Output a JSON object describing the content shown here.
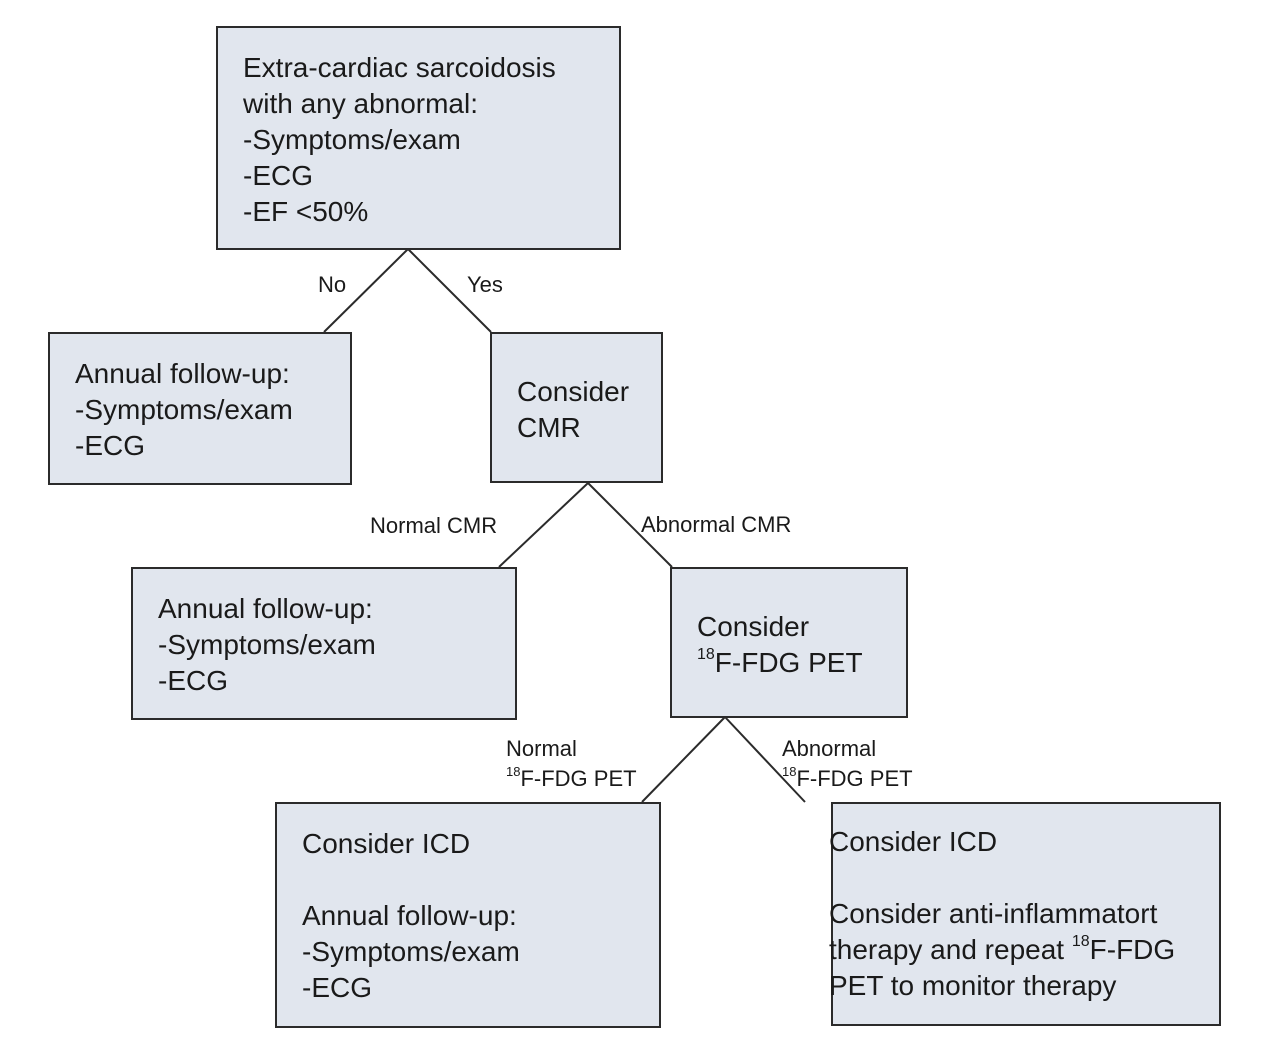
{
  "diagram": {
    "boxes": {
      "root": [
        "Extra-cardiac sarcoidosis",
        "with any abnormal:",
        "-Symptoms/exam",
        "-ECG",
        "-EF <50%"
      ],
      "annual_1": [
        "Annual follow-up:",
        "-Symptoms/exam",
        "-ECG"
      ],
      "consider_cmr": [
        "Consider",
        "CMR"
      ],
      "annual_2": [
        "Annual follow-up:",
        "-Symptoms/exam",
        "-ECG"
      ],
      "consider_pet": {
        "line1": "Consider",
        "isotope": "18",
        "tracer": "F-FDG PET"
      },
      "icd_normal": {
        "title": "Consider ICD",
        "lines": [
          "Annual follow-up:",
          "-Symptoms/exam",
          "-ECG"
        ]
      },
      "icd_abnormal": {
        "title": "Consider ICD",
        "line1": "Consider anti-inflammatort",
        "line2_pre": "therapy and repeat ",
        "isotope": "18",
        "line2_post": "F-FDG",
        "line3": "PET to monitor therapy"
      }
    },
    "edge_labels": {
      "no": "No",
      "yes": "Yes",
      "normal_cmr": "Normal CMR",
      "abnormal_cmr": "Abnormal CMR",
      "normal_pet": {
        "line1": "Normal",
        "isotope": "18",
        "tracer": "F-FDG PET"
      },
      "abnormal_pet": {
        "line1": "Abnormal",
        "isotope": "18",
        "tracer": "F-FDG PET"
      }
    }
  }
}
